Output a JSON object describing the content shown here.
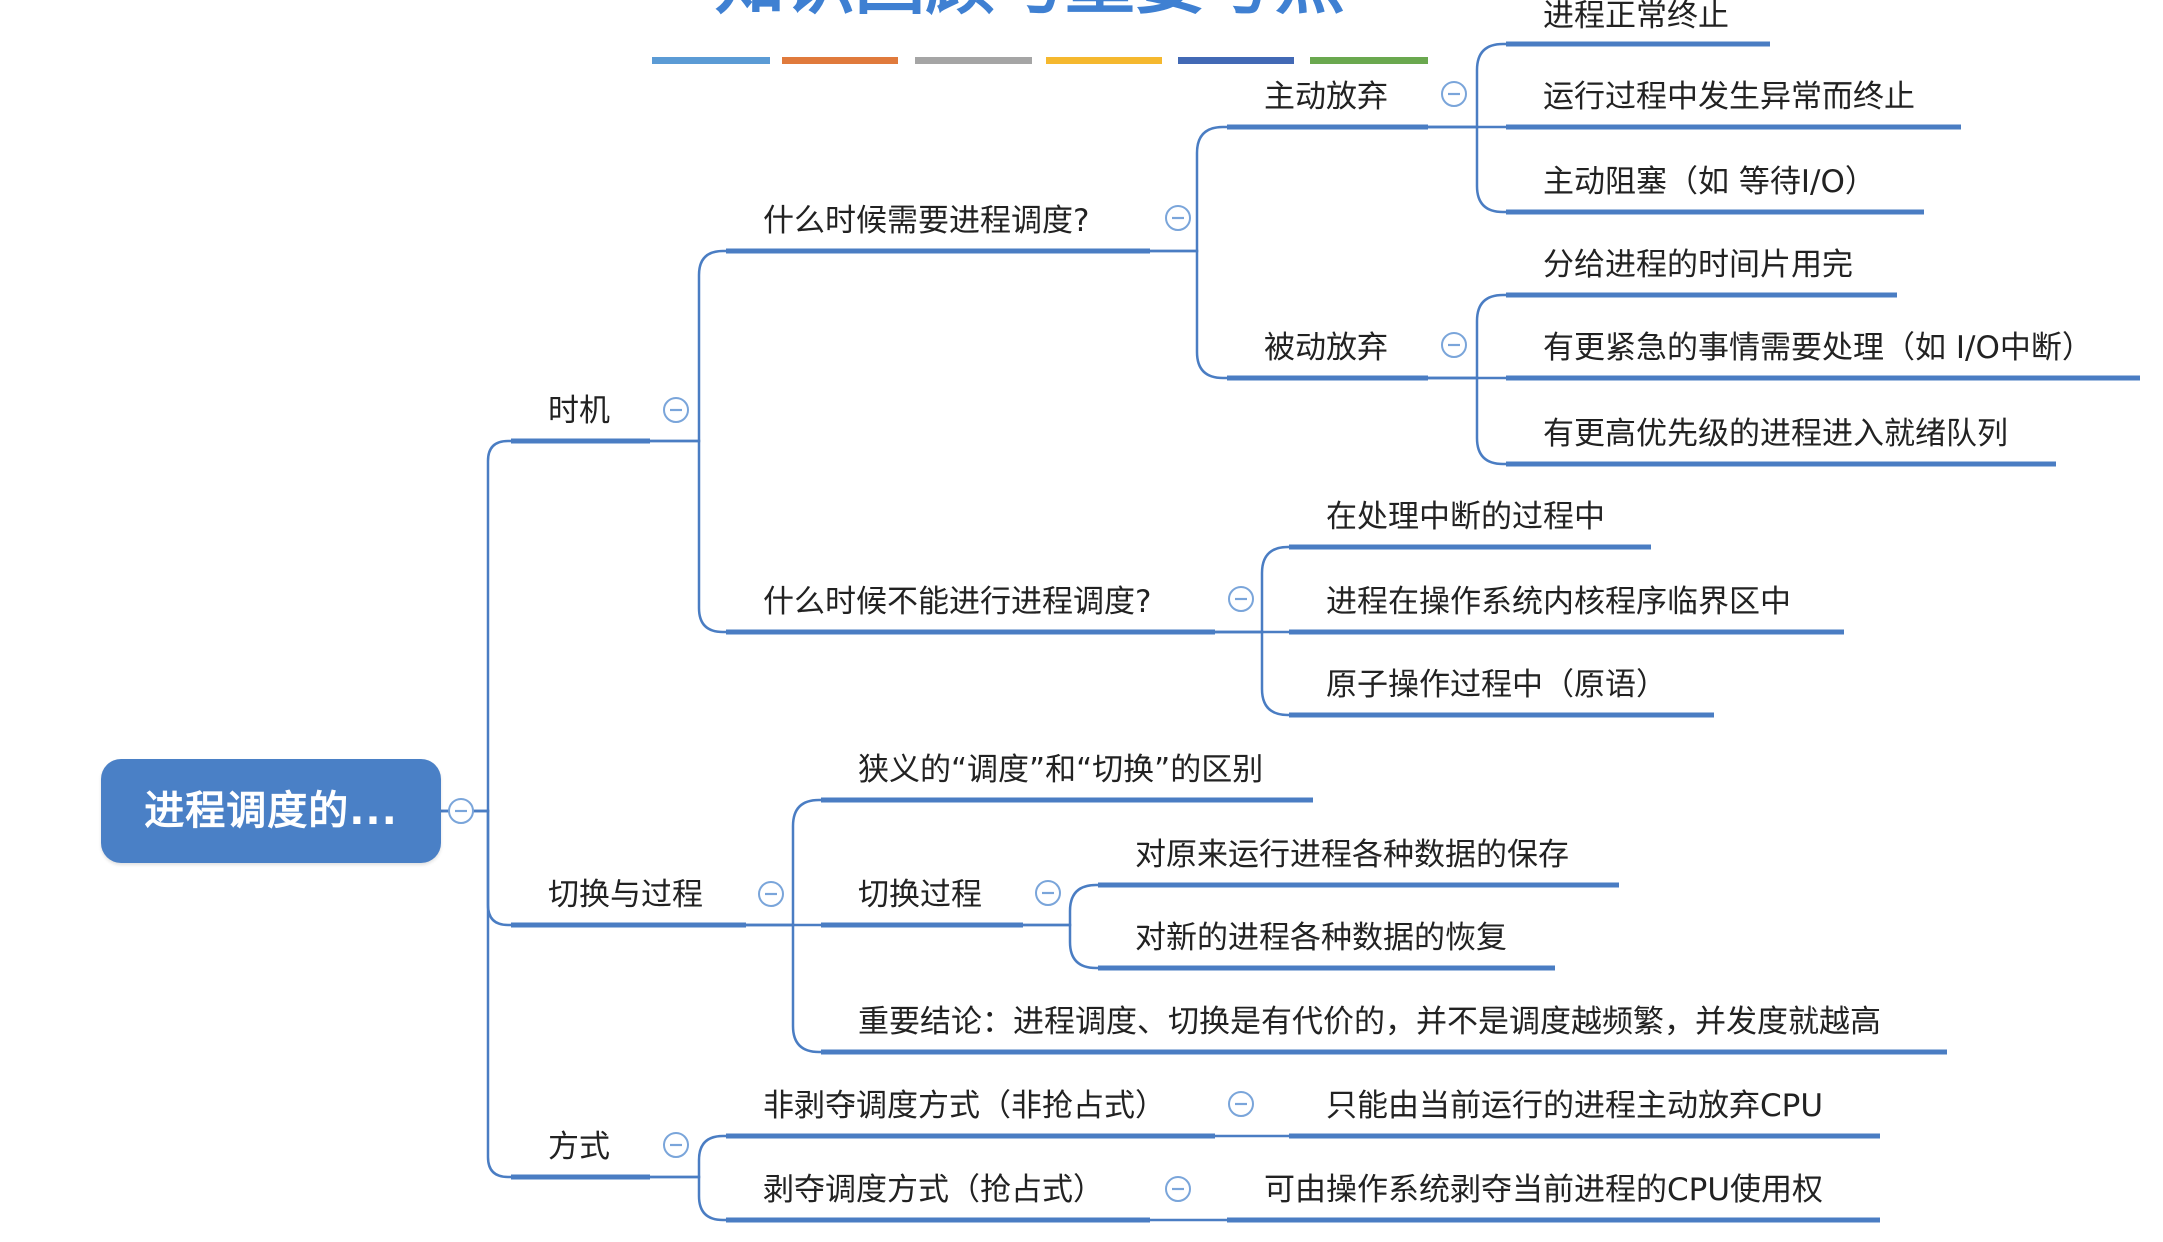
{
  "slide": {
    "title": "知识回顾与重要考点",
    "accent_bar_colors": [
      "#5b9bd5",
      "#e07a3c",
      "#a5a5a5",
      "#f5b82e",
      "#4269b5",
      "#6aa84f"
    ]
  },
  "colors": {
    "line": "#4a7dc3",
    "root_fill": "#4a80c6",
    "root_text": "#ffffff",
    "text": "#222222",
    "toggle": "#7aa5da",
    "title": "#3f80d2"
  },
  "mindmap": {
    "root": {
      "label": "进程调度的..."
    },
    "timing": {
      "label": "时机",
      "need": {
        "label": "什么时候需要进程调度?",
        "voluntary": {
          "label": "主动放弃",
          "items": [
            "进程正常终止",
            "运行过程中发生异常而终止",
            "主动阻塞（如 等待I/O）"
          ]
        },
        "passive": {
          "label": "被动放弃",
          "items": [
            "分给进程的时间片用完",
            "有更紧急的事情需要处理（如 I/O中断）",
            "有更高优先级的进程进入就绪队列"
          ]
        }
      },
      "cannot": {
        "label": "什么时候不能进行进程调度?",
        "items": [
          "在处理中断的过程中",
          "进程在操作系统内核程序临界区中",
          "原子操作过程中（原语）"
        ]
      }
    },
    "switching": {
      "label": "切换与过程",
      "difference": "狭义的“调度”和“切换”的区别",
      "process": {
        "label": "切换过程",
        "items": [
          "对原来运行进程各种数据的保存",
          "对新的进程各种数据的恢复"
        ]
      },
      "conclusion": "重要结论：进程调度、切换是有代价的，并不是调度越频繁，并发度就越高"
    },
    "methods": {
      "label": "方式",
      "non_preemptive": {
        "label": "非剥夺调度方式（非抢占式）",
        "detail": "只能由当前运行的进程主动放弃CPU"
      },
      "preemptive": {
        "label": "剥夺调度方式（抢占式）",
        "detail": "可由操作系统剥夺当前进程的CPU使用权"
      }
    }
  }
}
